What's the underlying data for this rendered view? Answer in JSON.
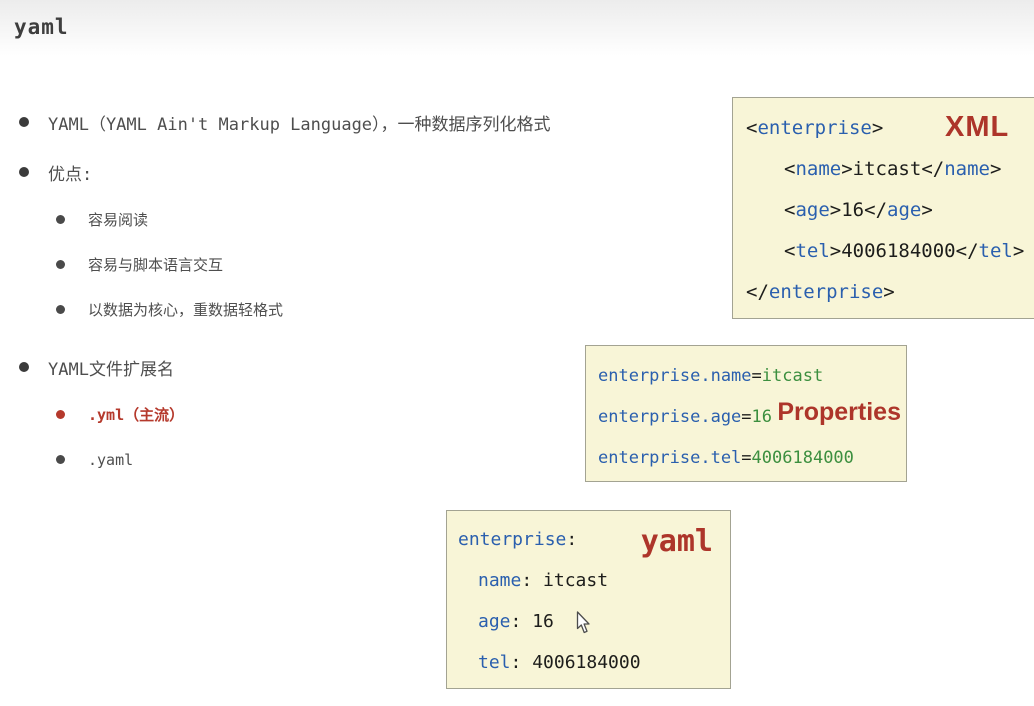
{
  "title": "yaml",
  "bullets": [
    {
      "level": 1,
      "style": "normal",
      "text": "YAML（YAML Ain't Markup Language），一种数据序列化格式"
    },
    {
      "level": 1,
      "style": "normal",
      "text": "优点:"
    },
    {
      "level": 2,
      "style": "normal",
      "text": "容易阅读"
    },
    {
      "level": 2,
      "style": "normal",
      "text": "容易与脚本语言交互"
    },
    {
      "level": 2,
      "style": "normal",
      "text": "以数据为核心，重数据轻格式"
    },
    {
      "level": 1,
      "style": "normal",
      "text": "YAML文件扩展名"
    },
    {
      "level": 2,
      "style": "highlight",
      "text": ".yml（主流）"
    },
    {
      "level": 2,
      "style": "normal",
      "text": ".yaml"
    }
  ],
  "code_boxes": [
    {
      "id": "xml",
      "label": "XML",
      "lines": [
        {
          "indent": 0,
          "tokens": [
            {
              "text": "<",
              "color": "dark"
            },
            {
              "text": "enterprise",
              "color": "blue"
            },
            {
              "text": ">",
              "color": "dark"
            }
          ]
        },
        {
          "indent": 1,
          "tokens": [
            {
              "text": "<",
              "color": "dark"
            },
            {
              "text": "name",
              "color": "blue"
            },
            {
              "text": ">",
              "color": "dark"
            },
            {
              "text": "itcast",
              "color": "dark"
            },
            {
              "text": "</",
              "color": "dark"
            },
            {
              "text": "name",
              "color": "blue"
            },
            {
              "text": ">",
              "color": "dark"
            }
          ]
        },
        {
          "indent": 1,
          "tokens": [
            {
              "text": "<",
              "color": "dark"
            },
            {
              "text": "age",
              "color": "blue"
            },
            {
              "text": ">",
              "color": "dark"
            },
            {
              "text": "16",
              "color": "dark"
            },
            {
              "text": "</",
              "color": "dark"
            },
            {
              "text": "age",
              "color": "blue"
            },
            {
              "text": ">",
              "color": "dark"
            }
          ]
        },
        {
          "indent": 1,
          "tokens": [
            {
              "text": "<",
              "color": "dark"
            },
            {
              "text": "tel",
              "color": "blue"
            },
            {
              "text": ">",
              "color": "dark"
            },
            {
              "text": "4006184000",
              "color": "dark"
            },
            {
              "text": "</",
              "color": "dark"
            },
            {
              "text": "tel",
              "color": "blue"
            },
            {
              "text": ">",
              "color": "dark"
            }
          ]
        },
        {
          "indent": 0,
          "tokens": [
            {
              "text": "</",
              "color": "dark"
            },
            {
              "text": "enterprise",
              "color": "blue"
            },
            {
              "text": ">",
              "color": "dark"
            }
          ]
        }
      ]
    },
    {
      "id": "properties",
      "label": "Properties",
      "lines": [
        {
          "indent": 0,
          "tokens": [
            {
              "text": "enterprise.name",
              "color": "blue"
            },
            {
              "text": "=",
              "color": "dark"
            },
            {
              "text": "itcast",
              "color": "green"
            }
          ]
        },
        {
          "indent": 0,
          "tokens": [
            {
              "text": "enterprise.age",
              "color": "blue"
            },
            {
              "text": "=",
              "color": "dark"
            },
            {
              "text": "16",
              "color": "green"
            }
          ]
        },
        {
          "indent": 0,
          "tokens": [
            {
              "text": "enterprise.tel",
              "color": "blue"
            },
            {
              "text": "=",
              "color": "dark"
            },
            {
              "text": "4006184000",
              "color": "green"
            }
          ]
        }
      ]
    },
    {
      "id": "yaml",
      "label": "yaml",
      "lines": [
        {
          "indent": 0,
          "tokens": [
            {
              "text": "enterprise",
              "color": "blue"
            },
            {
              "text": ":",
              "color": "dark"
            }
          ]
        },
        {
          "indent": 1,
          "tokens": [
            {
              "text": "name",
              "color": "blue"
            },
            {
              "text": ":",
              "color": "dark"
            },
            {
              "text": " itcast",
              "color": "dark"
            }
          ]
        },
        {
          "indent": 1,
          "tokens": [
            {
              "text": "age",
              "color": "blue"
            },
            {
              "text": ":",
              "color": "dark"
            },
            {
              "text": " 16",
              "color": "dark"
            }
          ]
        },
        {
          "indent": 1,
          "tokens": [
            {
              "text": "tel",
              "color": "blue"
            },
            {
              "text": ":",
              "color": "dark"
            },
            {
              "text": " 4006184000",
              "color": "dark"
            }
          ]
        }
      ]
    }
  ],
  "colors": {
    "code_blue": "#2a5fae",
    "code_green": "#3c8f3f",
    "code_dark": "#1d1d1b",
    "label_red": "#ad352a",
    "highlight_red": "#b5392c",
    "box_bg": "#f8f5d7",
    "box_border": "#a3a392"
  }
}
